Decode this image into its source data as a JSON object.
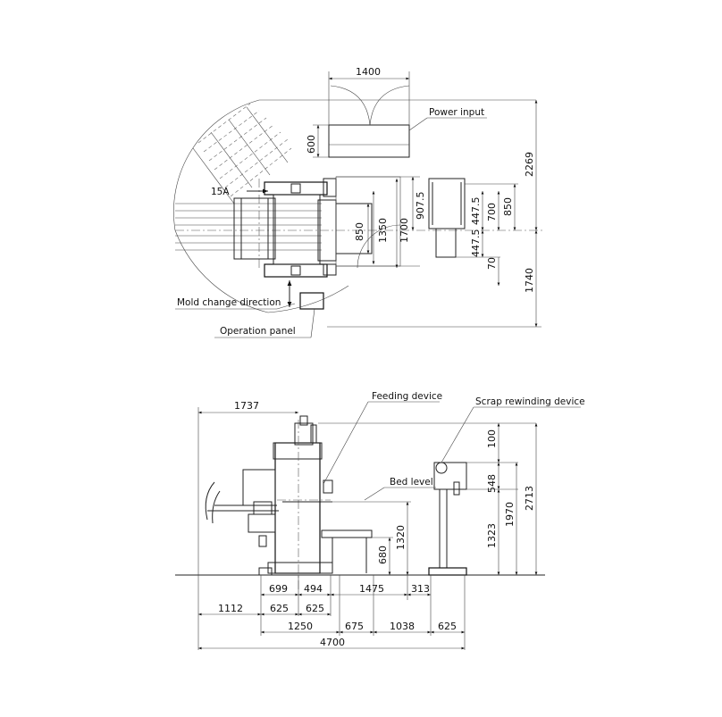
{
  "labels": {
    "power_input": "Power input",
    "mold_change_direction": "Mold change direction",
    "operation_panel": "Operation panel",
    "feeding_device": "Feeding device",
    "scrap_rewinding_device": "Scrap rewinding device",
    "bed_level": "Bed level",
    "section_mark": "15A"
  },
  "top_view_dims": {
    "d1400": "1400",
    "d600": "600",
    "d2269": "2269",
    "d1740": "1740",
    "d907_5": "907.5",
    "d1350": "1350",
    "d1700": "1700",
    "d850_inner": "850",
    "d447_5_top": "447.5",
    "d447_5_bot": "447.5",
    "d700": "700",
    "d850_side": "850",
    "d70": "70"
  },
  "side_view_dims": {
    "d1737": "1737",
    "d100": "100",
    "d548": "548",
    "d2713": "2713",
    "d1970": "1970",
    "d1323": "1323",
    "d1320": "1320",
    "d680": "680",
    "d699": "699",
    "d494": "494",
    "d1475": "1475",
    "d313": "313",
    "d1112": "1112",
    "d625_a": "625",
    "d625_b": "625",
    "d1250": "1250",
    "d675": "675",
    "d1038": "1038",
    "d625_c": "625",
    "d4700": "4700"
  }
}
